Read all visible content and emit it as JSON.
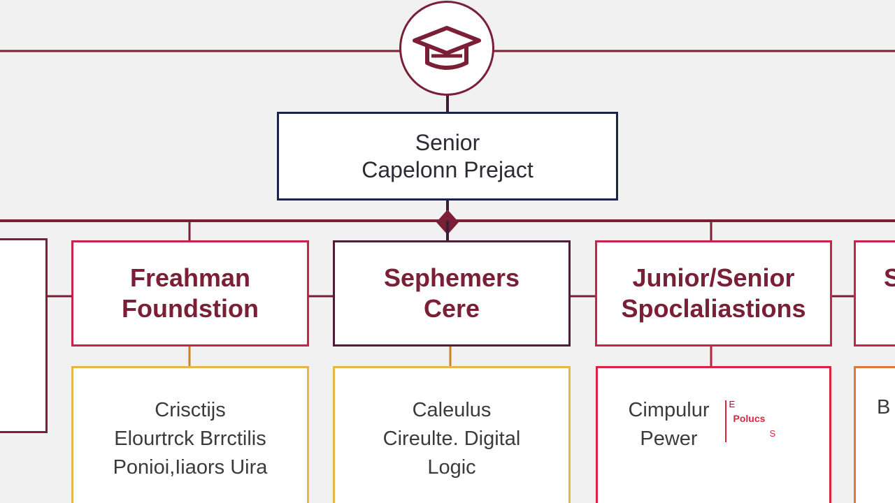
{
  "colors": {
    "maroon": "#7a1f36",
    "navy": "#1f2346",
    "gold": "#e7b64a",
    "red": "#d9253f",
    "crimson": "#c8234b"
  },
  "icon": "graduation-cap-icon",
  "capstone": {
    "line1": "Senior",
    "line2": "Capelonn Prejact"
  },
  "years": [
    {
      "line1": "Freahman",
      "line2": "Foundstion"
    },
    {
      "line1": "Sephemers",
      "line2": "Cere"
    },
    {
      "line1": "Junior/Senior",
      "line2": "Spoclaliastions"
    }
  ],
  "courses": [
    {
      "lines": [
        "Crisctijs",
        "Elourtrck Brrctilis",
        "Ponioi,Iiaors Uira"
      ]
    },
    {
      "lines": [
        "Caleulus",
        "Cireulte. Digital",
        "Logic"
      ]
    },
    {
      "lines": [
        "Cimpulur",
        "Pewer"
      ],
      "tag": [
        "E",
        "Polucs",
        "S"
      ]
    }
  ],
  "edge_right_year": "S",
  "edge_right_course": "B"
}
